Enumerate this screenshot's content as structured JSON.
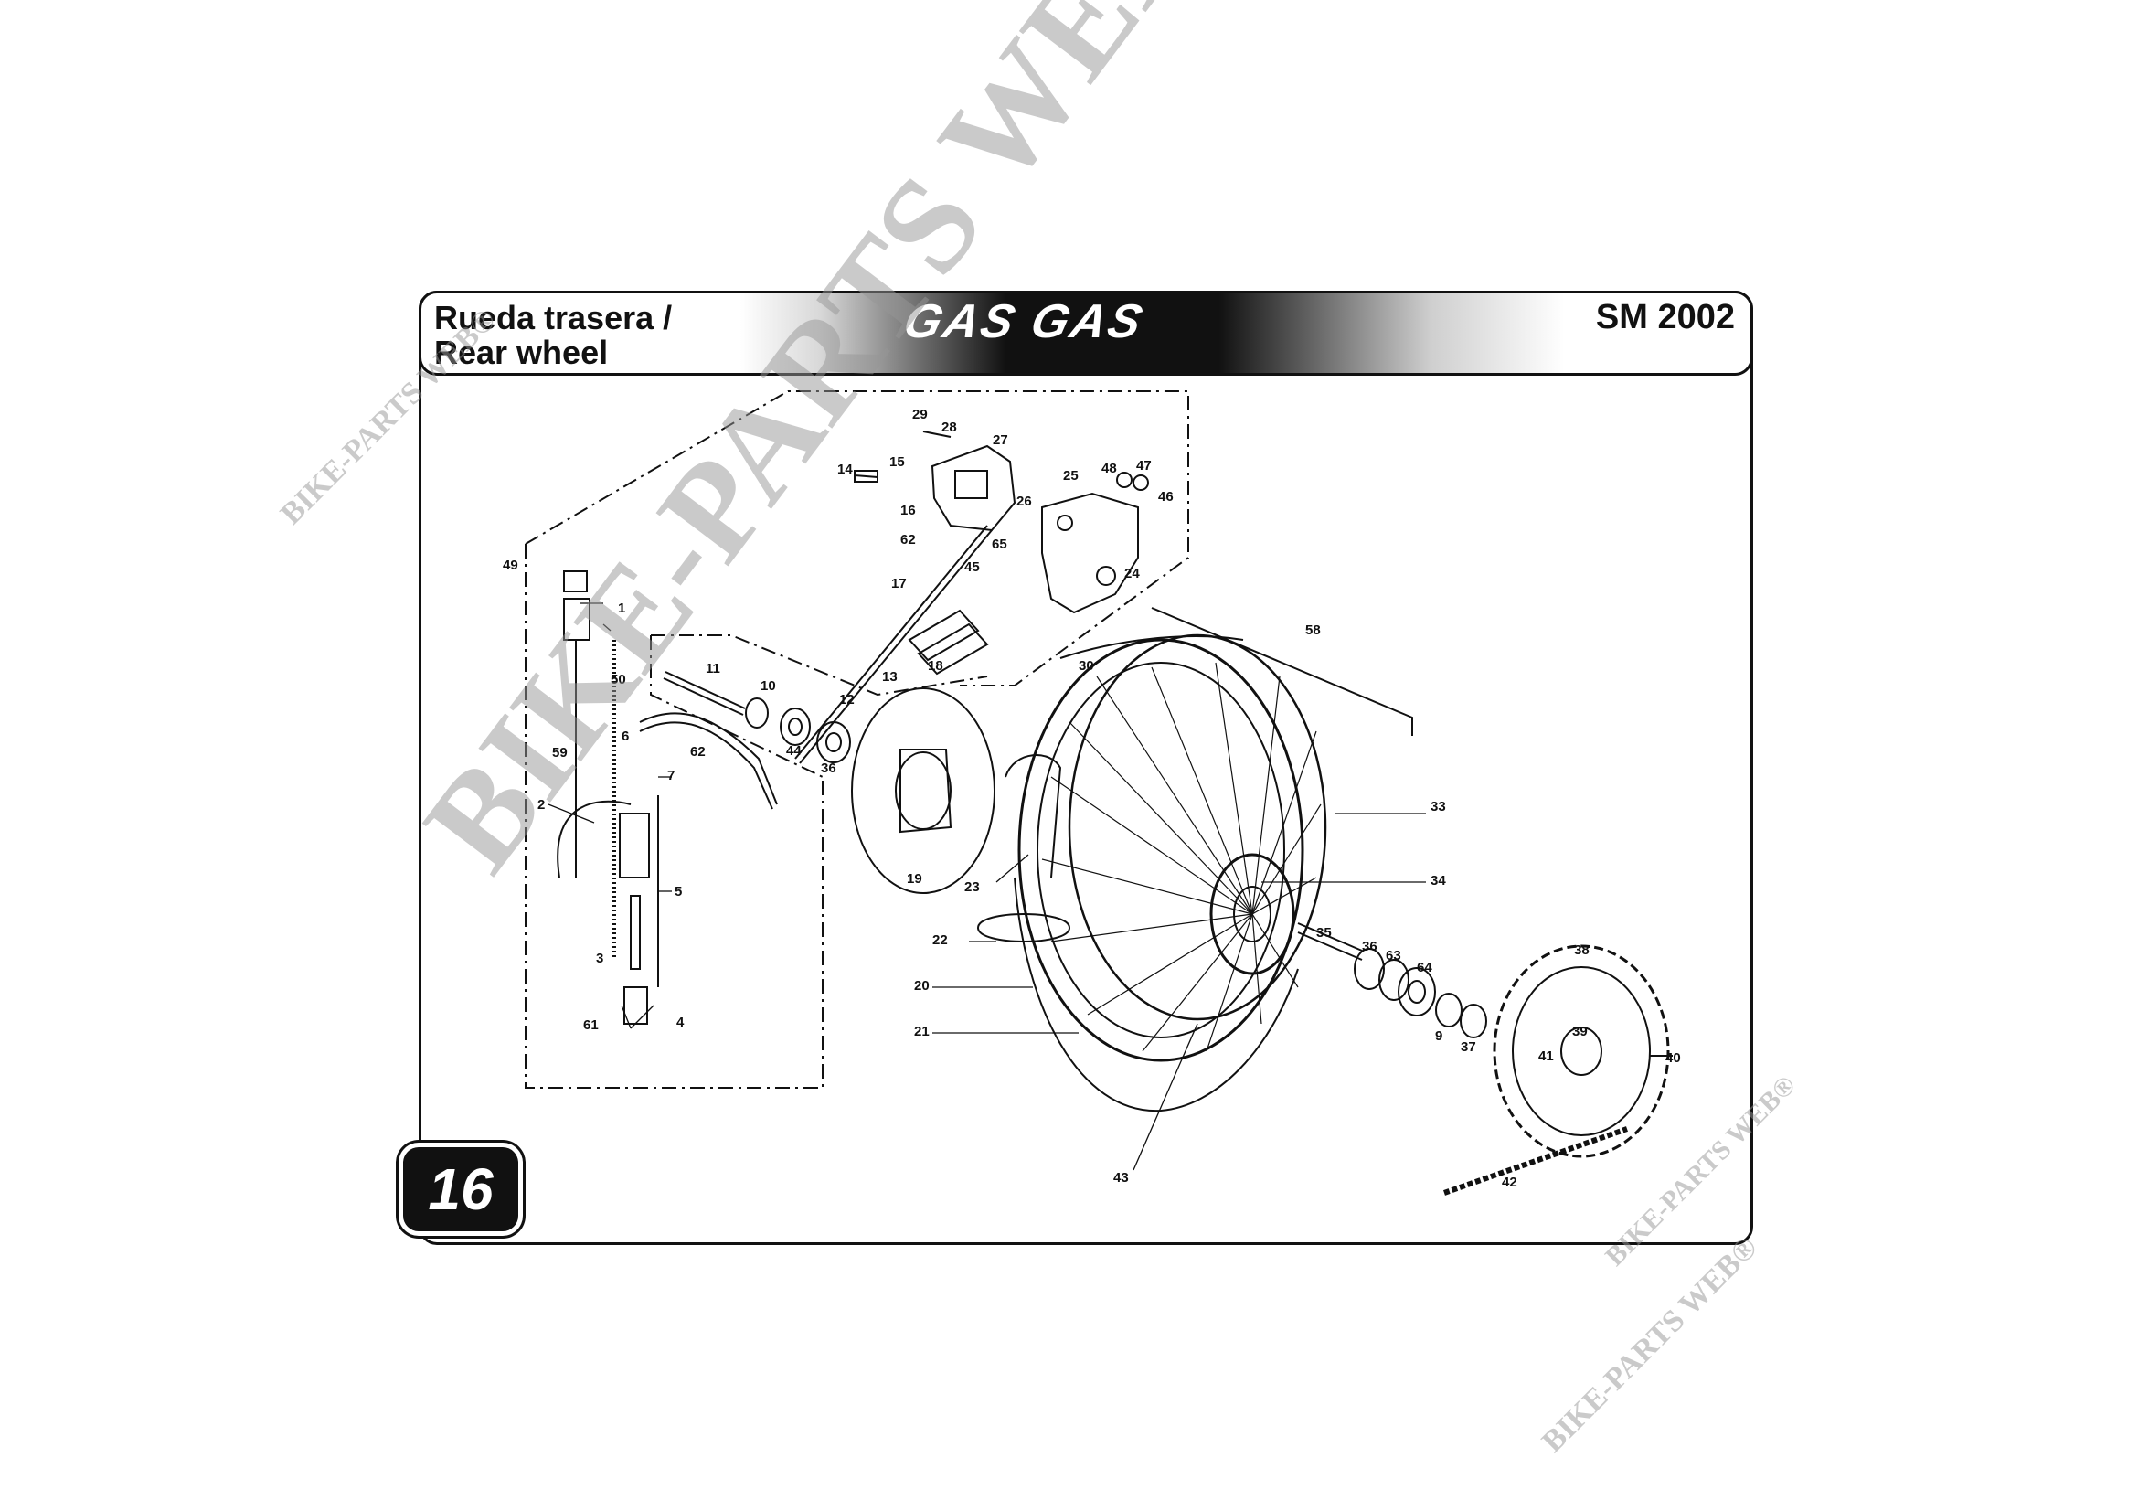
{
  "header": {
    "title_es": "Rueda trasera /",
    "title_en": "Rear wheel",
    "brand": "GAS GAS",
    "model": "SM 2002"
  },
  "page_number": "16",
  "watermarks": {
    "main": "BIKE-PARTS WEB©",
    "small": "BIKE-PARTS WEB®"
  },
  "callouts": [
    {
      "id": "c29",
      "text": "29"
    },
    {
      "id": "c28",
      "text": "28"
    },
    {
      "id": "c27",
      "text": "27"
    },
    {
      "id": "c14",
      "text": "14"
    },
    {
      "id": "c15",
      "text": "15"
    },
    {
      "id": "c16",
      "text": "16"
    },
    {
      "id": "c26",
      "text": "26"
    },
    {
      "id": "c25",
      "text": "25"
    },
    {
      "id": "c48",
      "text": "48"
    },
    {
      "id": "c47",
      "text": "47"
    },
    {
      "id": "c46",
      "text": "46"
    },
    {
      "id": "c62a",
      "text": "62"
    },
    {
      "id": "c65",
      "text": "65"
    },
    {
      "id": "c45",
      "text": "45"
    },
    {
      "id": "c17",
      "text": "17"
    },
    {
      "id": "c24",
      "text": "24"
    },
    {
      "id": "c49",
      "text": "49"
    },
    {
      "id": "c1",
      "text": "1"
    },
    {
      "id": "c18",
      "text": "18"
    },
    {
      "id": "c13",
      "text": "13"
    },
    {
      "id": "c11",
      "text": "11"
    },
    {
      "id": "c30",
      "text": "30"
    },
    {
      "id": "c58",
      "text": "58"
    },
    {
      "id": "c50",
      "text": "50"
    },
    {
      "id": "c10",
      "text": "10"
    },
    {
      "id": "c12",
      "text": "12"
    },
    {
      "id": "c44",
      "text": "44"
    },
    {
      "id": "c36a",
      "text": "36"
    },
    {
      "id": "c6",
      "text": "6"
    },
    {
      "id": "c62b",
      "text": "62"
    },
    {
      "id": "c59",
      "text": "59"
    },
    {
      "id": "c7",
      "text": "7"
    },
    {
      "id": "c2",
      "text": "2"
    },
    {
      "id": "c33",
      "text": "33"
    },
    {
      "id": "c19",
      "text": "19"
    },
    {
      "id": "c23",
      "text": "23"
    },
    {
      "id": "c34",
      "text": "34"
    },
    {
      "id": "c5",
      "text": "5"
    },
    {
      "id": "c22",
      "text": "22"
    },
    {
      "id": "c35",
      "text": "35"
    },
    {
      "id": "c36b",
      "text": "36"
    },
    {
      "id": "c63",
      "text": "63"
    },
    {
      "id": "c64",
      "text": "64"
    },
    {
      "id": "c38",
      "text": "38"
    },
    {
      "id": "c3",
      "text": "3"
    },
    {
      "id": "c20",
      "text": "20"
    },
    {
      "id": "c9",
      "text": "9"
    },
    {
      "id": "c37",
      "text": "37"
    },
    {
      "id": "c39",
      "text": "39"
    },
    {
      "id": "c61",
      "text": "61"
    },
    {
      "id": "c4",
      "text": "4"
    },
    {
      "id": "c21",
      "text": "21"
    },
    {
      "id": "c41",
      "text": "41"
    },
    {
      "id": "c40",
      "text": "40"
    },
    {
      "id": "c43",
      "text": "43"
    },
    {
      "id": "c42",
      "text": "42"
    }
  ]
}
